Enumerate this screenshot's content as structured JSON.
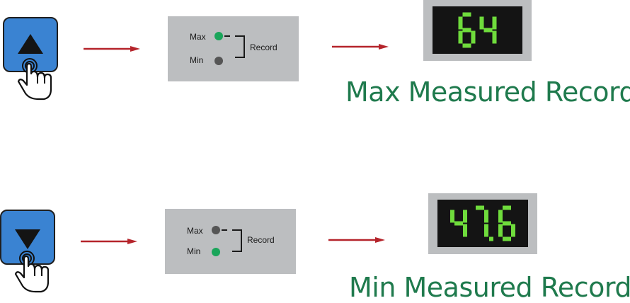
{
  "colors": {
    "button_blue": "#3a83d2",
    "arrow_red": "#b5242b",
    "led_on": "#1aa55a",
    "led_off": "#555555",
    "segment_green": "#6fdc3c",
    "caption_green": "#1f7a4d",
    "panel_gray": "#bcbec0"
  },
  "rows": [
    {
      "button_icon": "up-triangle-icon",
      "panel": {
        "max_label": "Max",
        "min_label": "Min",
        "record_label": "Record",
        "active": "max"
      },
      "display_value": "64",
      "caption": "Max Measured Record"
    },
    {
      "button_icon": "down-triangle-icon",
      "panel": {
        "max_label": "Max",
        "min_label": "Min",
        "record_label": "Record",
        "active": "min"
      },
      "display_value": "47.6",
      "caption": "Min Measured Record"
    }
  ]
}
